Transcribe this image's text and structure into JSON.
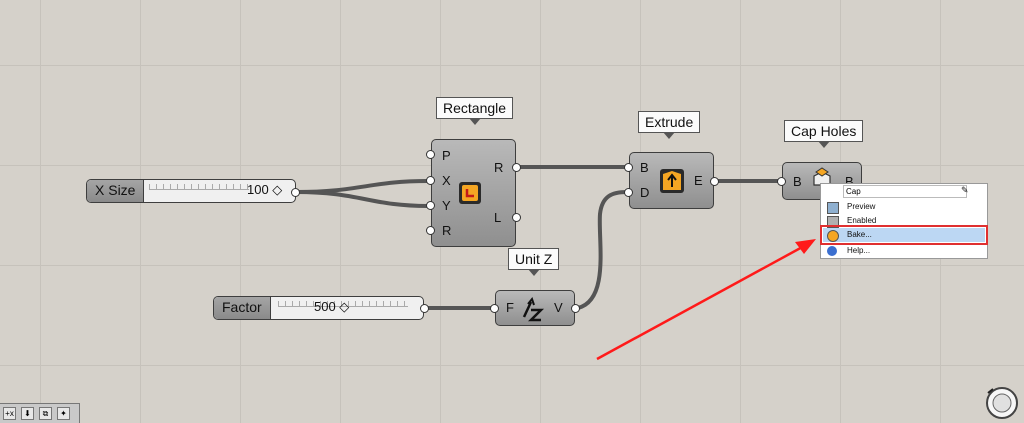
{
  "sliders": [
    {
      "label": "X Size",
      "value": "100 ◇"
    },
    {
      "label": "Factor",
      "value": "500 ◇"
    }
  ],
  "components": {
    "rectangle": {
      "title": "Rectangle",
      "inputs": [
        "P",
        "X",
        "Y",
        "R"
      ],
      "outputs": [
        "R",
        "L"
      ]
    },
    "extrude": {
      "title": "Extrude",
      "inputs": [
        "B",
        "D"
      ],
      "outputs": [
        "E"
      ]
    },
    "unit_z": {
      "title": "Unit Z",
      "inputs": [
        "F"
      ],
      "outputs": [
        "V"
      ]
    },
    "cap_holes": {
      "title": "Cap Holes",
      "inputs": [
        "B"
      ],
      "outputs": [
        "B"
      ]
    }
  },
  "context_menu": {
    "name_value": "Cap",
    "items": [
      "Preview",
      "Enabled",
      "Bake...",
      "Help..."
    ],
    "highlighted_index": 2,
    "highlight_color": "#e03030"
  },
  "annotation": {
    "arrow_color": "#ff1a1a"
  },
  "taskbar": {
    "icons": [
      "+x",
      "⬇",
      "⧉",
      "✦"
    ]
  }
}
